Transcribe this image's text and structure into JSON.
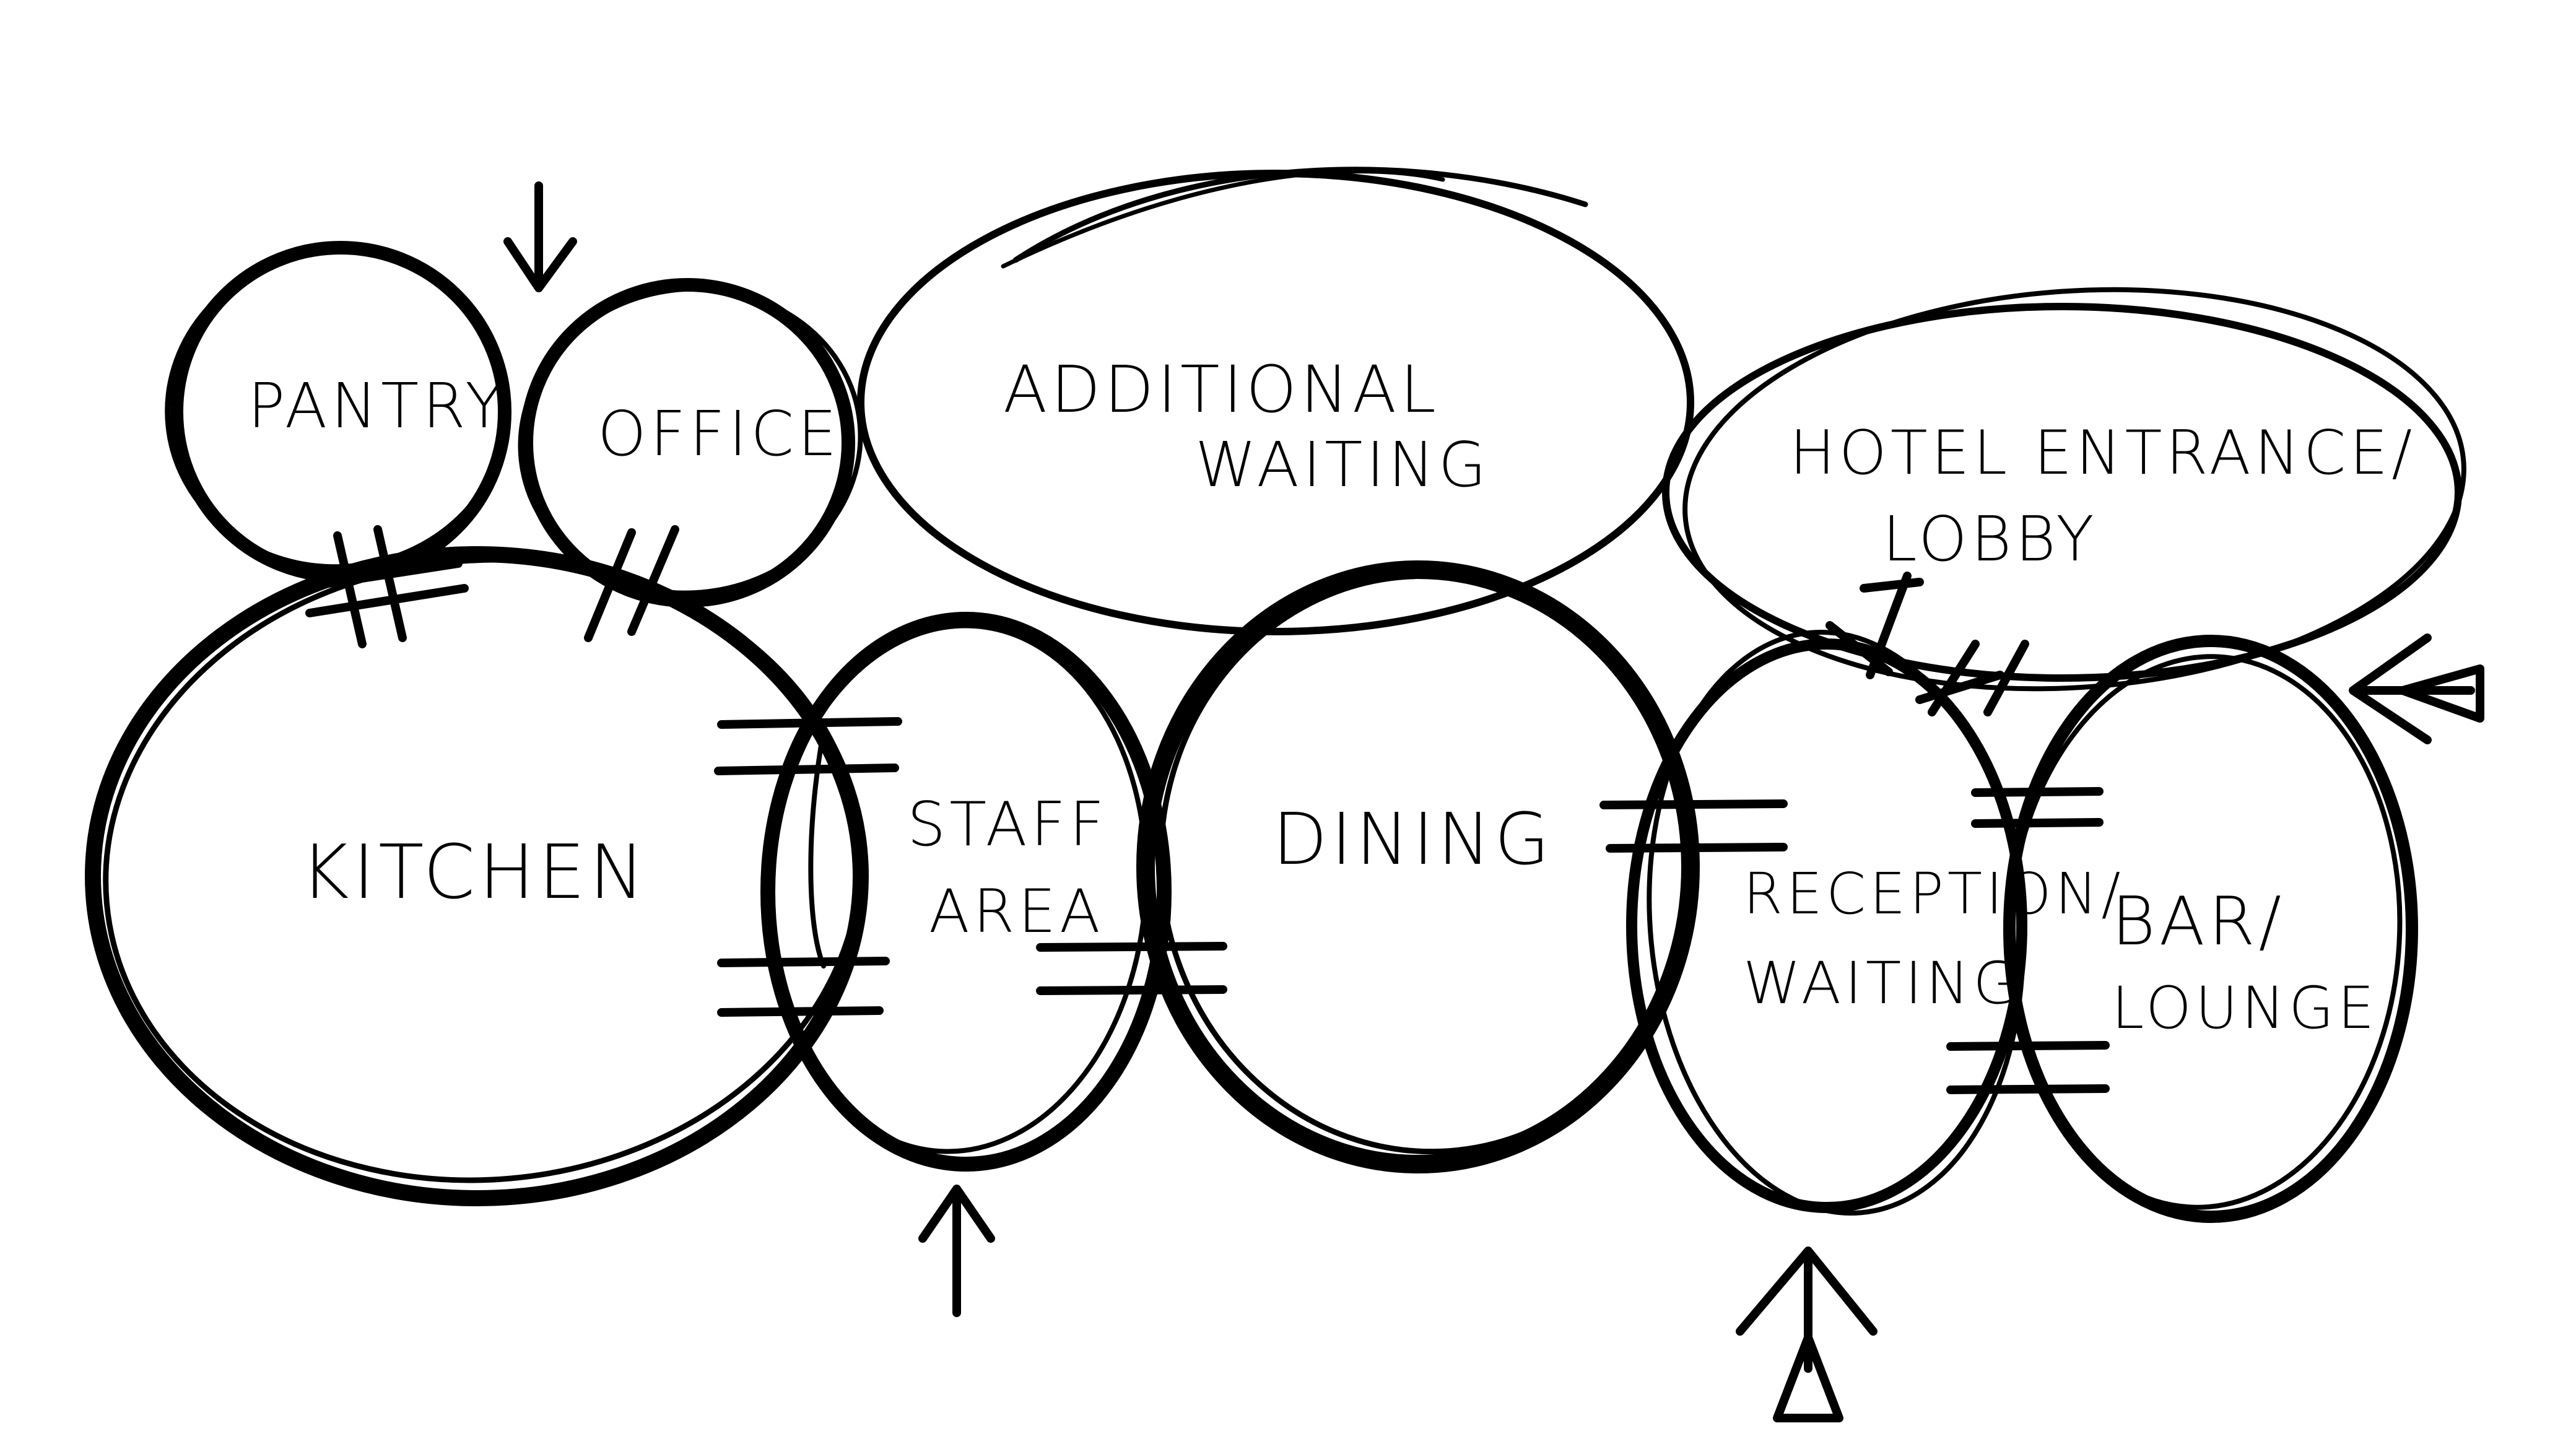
{
  "diagram": {
    "ink_color": "#000000",
    "paper_color": "#ffffff",
    "spaces": {
      "pantry": "PANTRY",
      "office": "OFFICE",
      "additional_waiting_1": "ADDITIONAL",
      "additional_waiting_2": "WAITING",
      "hotel_lobby_1": "HOTEL ENTRANCE/",
      "hotel_lobby_2": "LOBBY",
      "kitchen": "KITCHEN",
      "staff_area_1": "STAFF",
      "staff_area_2": "AREA",
      "dining": "DINING",
      "reception_1": "RECEPTION/",
      "reception_2": "WAITING",
      "bar_1": "BAR/",
      "bar_2": "LOUNGE"
    }
  }
}
